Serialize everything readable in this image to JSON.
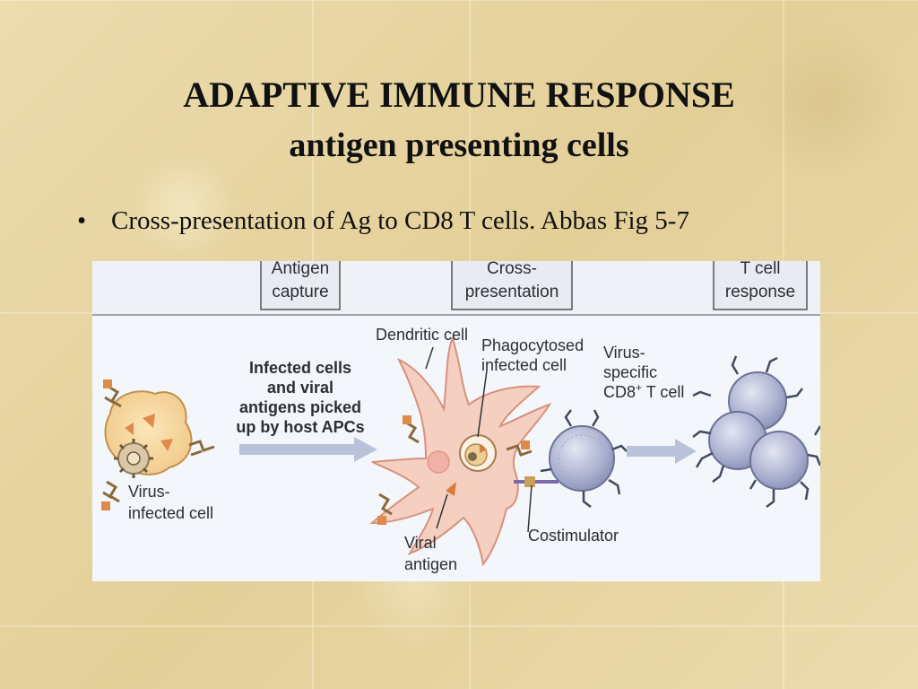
{
  "slide": {
    "title": "ADAPTIVE IMMUNE RESPONSE",
    "subtitle": "antigen presenting cells",
    "bullet": "Cross-presentation of Ag to CD8 T cells.  Abbas Fig 5-7"
  },
  "figure": {
    "stages": [
      {
        "line1": "Antigen",
        "line2": "capture"
      },
      {
        "line1": "Cross-",
        "line2": "presentation"
      },
      {
        "line1": "T cell",
        "line2": "response"
      }
    ],
    "arrow_text": [
      "Infected cells",
      "and viral",
      "antigens picked",
      "up by host APCs"
    ],
    "labels": {
      "dendritic_cell": "Dendritic cell",
      "phagocytosed_1": "Phagocytosed",
      "phagocytosed_2": "infected cell",
      "virus_specific_1": "Virus-",
      "virus_specific_2": "specific",
      "virus_specific_3": "CD8",
      "virus_specific_sup": "+",
      "virus_specific_4": " T cell",
      "virus_infected_1": "Virus-",
      "virus_infected_2": "infected cell",
      "viral_antigen_1": "Viral",
      "viral_antigen_2": "antigen",
      "costimulator": "Costimulator"
    }
  }
}
